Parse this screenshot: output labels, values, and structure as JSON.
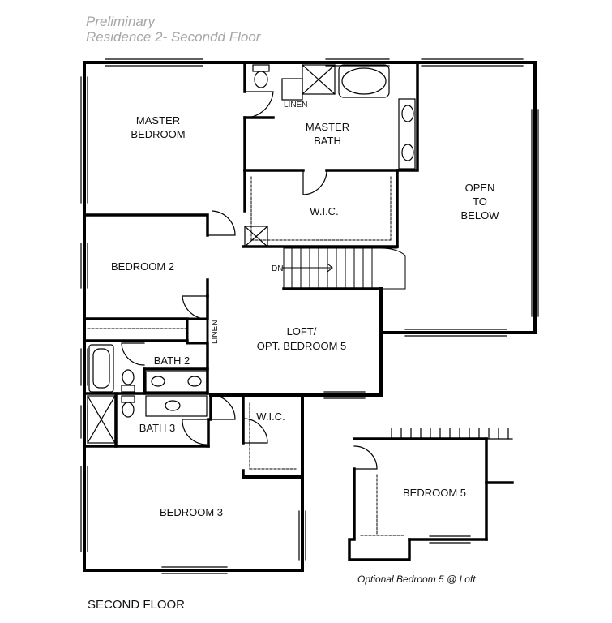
{
  "header": {
    "status": "Preliminary",
    "title": "Residence 2- Secondd Floor"
  },
  "rooms": {
    "master_bedroom": [
      "MASTER",
      "BEDROOM"
    ],
    "master_bath": [
      "MASTER",
      "BATH"
    ],
    "open_to_below": [
      "OPEN",
      "TO",
      "BELOW"
    ],
    "wic_master": "W.I.C.",
    "bedroom2": "BEDROOM 2",
    "loft": [
      "LOFT/",
      "OPT. BEDROOM 5"
    ],
    "bath2": "BATH 2",
    "bath3": "BATH 3",
    "wic_bed3": "W.I.C.",
    "bedroom3": "BEDROOM 3",
    "bedroom5": "BEDROOM 5"
  },
  "labels": {
    "linen_top": "LINEN",
    "linen_side": "LINEN",
    "stair_dn": "DN"
  },
  "footer": {
    "optional_caption": "Optional Bedroom 5 @ Loft",
    "floor_label": "SECOND FLOOR"
  }
}
